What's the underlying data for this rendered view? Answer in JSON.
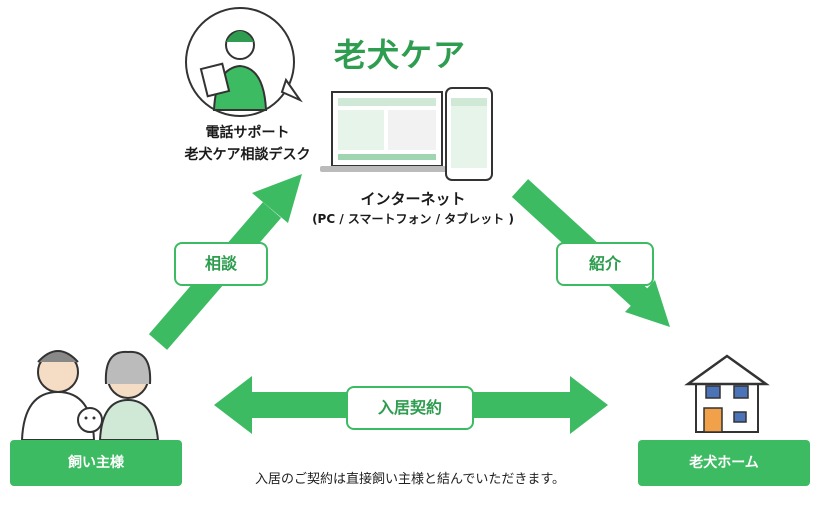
{
  "logo": "老犬ケア",
  "phone_support": {
    "title": "電話サポート",
    "subtitle": "老犬ケア相談デスク"
  },
  "internet": {
    "title": "インターネット",
    "subtitle": "(PC / スマートフォン / タブレット )"
  },
  "arrows": {
    "consult": "相談",
    "introduce": "紹介",
    "contract": "入居契約"
  },
  "nodes": {
    "owner": "飼い主様",
    "home": "老犬ホーム"
  },
  "note": "入居のご契約は直接飼い主様と結んでいただきます。",
  "colors": {
    "accent": "#3dbb62",
    "logo": "#2e9d4f"
  }
}
